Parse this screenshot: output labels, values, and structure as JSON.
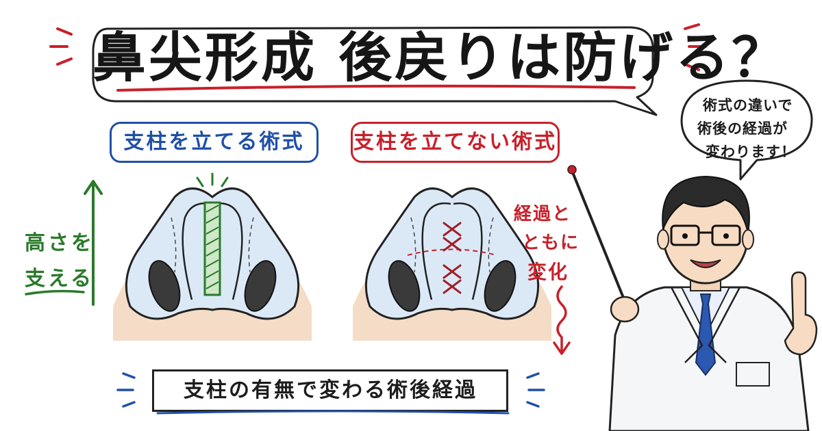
{
  "title": "鼻尖形成 後戻りは防げる？",
  "labels": {
    "with_strut": "支柱を立てる術式",
    "without_strut": "支柱を立てない術式"
  },
  "support_label": {
    "line1": "高さを",
    "line2": "支える"
  },
  "change_label": {
    "line1": "経過と",
    "line2": "ともに",
    "line3": "変化"
  },
  "doctor_bubble": {
    "line1": "術式の違いで",
    "line2": "術後の経過が",
    "line3": "変わります！"
  },
  "bottom_caption": "支柱の有無で変わる術後経過",
  "colors": {
    "blue": "#1f4fa8",
    "red": "#c8202a",
    "green": "#2a7a2a",
    "skin": "#f5dcc6",
    "nose_fill": "#dbe9f7"
  },
  "icons": [
    "up-arrow-icon",
    "down-squiggle-arrow-icon",
    "doctor-illustration",
    "pointer-stick-icon"
  ]
}
